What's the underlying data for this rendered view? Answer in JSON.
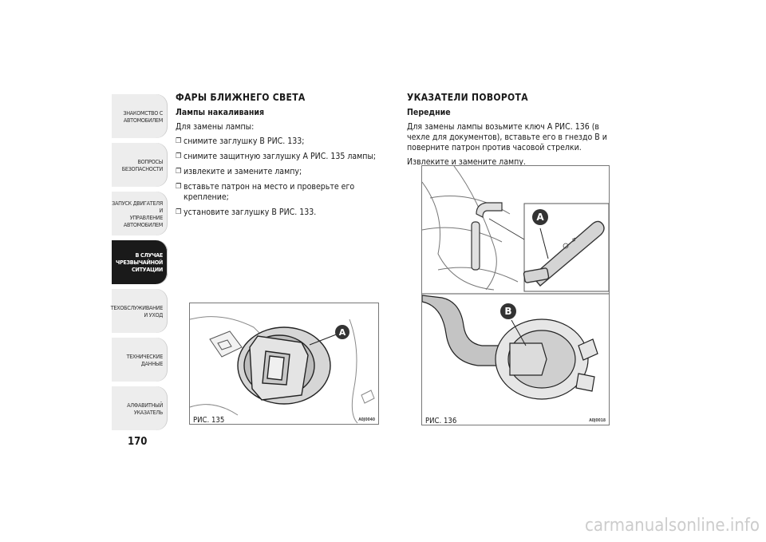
{
  "side_tabs": [
    {
      "label": "ЗНАКОМСТВО С\nАВТОМОБИЛЕМ",
      "active": false
    },
    {
      "label": "ВОПРОСЫ\nБЕЗОПАСНОСТИ",
      "active": false
    },
    {
      "label": "ЗАПУСК ДВИГАТЕЛЯ И\nУПРАВЛЕНИЕ\nАВТОМОБИЛЕМ",
      "active": false
    },
    {
      "label": "В СЛУЧАЕ\nЧРЕЗВЫЧАЙНОЙ\nСИТУАЦИИ",
      "active": true
    },
    {
      "label": "ТЕХОБСЛУЖИВАНИЕ\nИ УХОД",
      "active": false
    },
    {
      "label": "ТЕХНИЧЕСКИЕ\nДАННЫЕ",
      "active": false
    },
    {
      "label": "АЛФАВИТНЫЙ\nУКАЗАТЕЛЬ",
      "active": false
    }
  ],
  "page_number": "170",
  "left": {
    "title": "ФАРЫ БЛИЖНЕГО СВЕТА",
    "subtitle": "Лампы накаливания",
    "intro": "Для замены лампы:",
    "steps": [
      "снимите заглушку B РИС. 133;",
      "снимите защитную заглушку A РИС. 135 лампы;",
      "извлеките и замените лампу;",
      "вставьте патрон на место и проверьте его крепление;",
      "установите заглушку B РИС. 133."
    ],
    "figure": {
      "caption": "РИС. 135",
      "code": "A0J0040",
      "callout": "A"
    }
  },
  "right": {
    "title": "УКАЗАТЕЛИ ПОВОРОТА",
    "subtitle": "Передние",
    "paragraph1": "Для замены лампы возьмите ключ A РИС. 136 (в чехле для документов), вставьте его в гнездо B и поверните патрон против часовой стрелки.",
    "paragraph2": "Извлеките и замените лампу.",
    "figure": {
      "caption": "РИС. 136",
      "code": "A0J0018",
      "callout_a": "A",
      "callout_b": "B"
    }
  },
  "watermark": "carmanualsonline.info"
}
